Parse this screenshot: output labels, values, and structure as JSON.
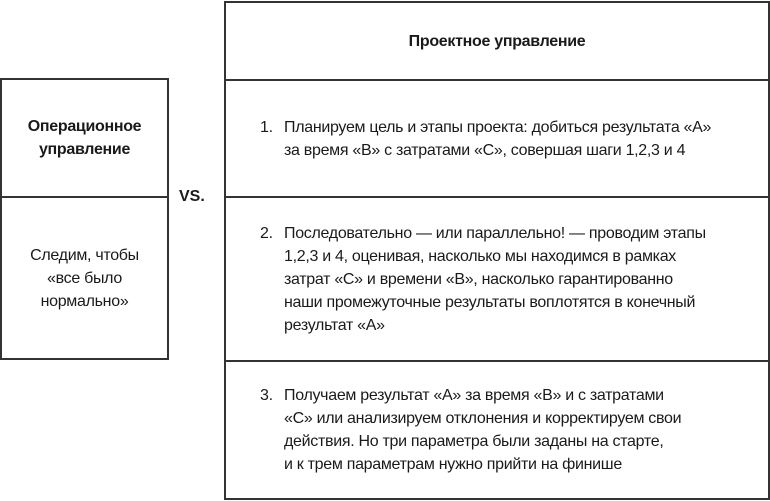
{
  "left": {
    "title_lines": [
      "Операционное",
      "управление"
    ],
    "body_lines": [
      "Следим, чтобы",
      "«все было",
      "нормально»"
    ]
  },
  "vs_label": "VS.",
  "right": {
    "title": "Проектное управление",
    "items": [
      {
        "number": "1.",
        "lines": [
          "Планируем цель и этапы проекта: добиться результата «А»",
          "за время «В» с затратами «С», совершая шаги 1,2,3 и 4"
        ]
      },
      {
        "number": "2.",
        "lines": [
          "Последовательно — или параллельно! — проводим этапы",
          "1,2,3 и 4, оценивая, насколько мы находимся в рамках",
          "затрат «С» и времени «В», насколько гарантированно",
          "наши промежуточные результаты воплотятся в конечный",
          "результат «А»"
        ]
      },
      {
        "number": "3.",
        "lines": [
          "Получаем результат «А» за время «В» и с затратами",
          "«С» или анализируем отклонения и корректируем свои",
          "действия. Но три параметра были заданы на старте,",
          "и к трем параметрам нужно прийти на финише"
        ]
      }
    ]
  }
}
